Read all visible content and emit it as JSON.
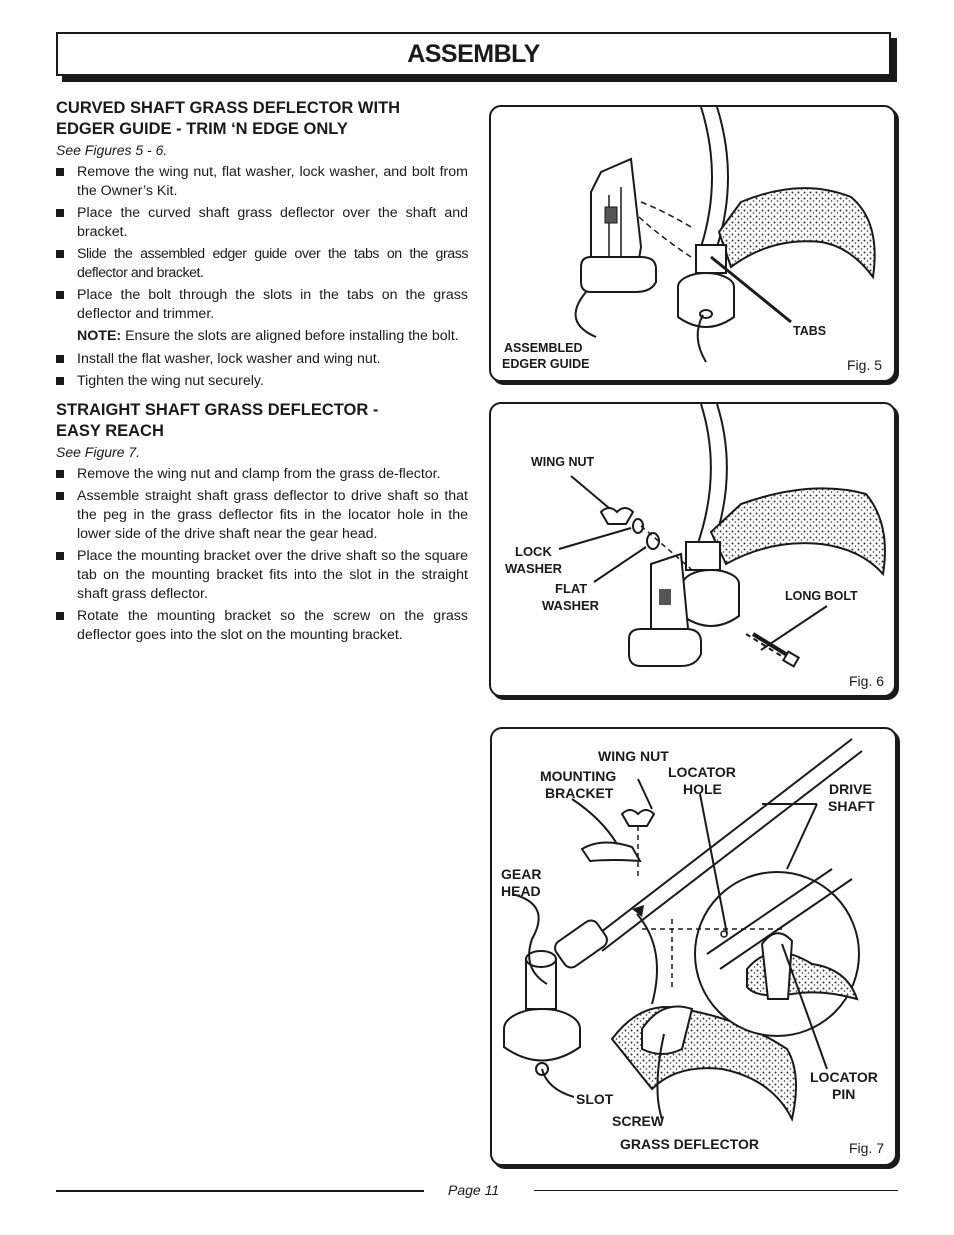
{
  "header": {
    "title": "ASSEMBLY"
  },
  "section1": {
    "title_line1": "CURVED SHAFT GRASS DEFLECTOR WITH",
    "title_line2": "EDGER GUIDE - TRIM ‘N EDGE ONLY",
    "see": "See Figures 5 - 6.",
    "bullets": [
      "Remove the wing nut, flat washer, lock washer, and bolt from the Owner’s Kit.",
      "Place the curved shaft grass deflector over the shaft and bracket.",
      "Slide the assembled edger guide over the tabs on the grass deflector and bracket.",
      "Place the bolt through the slots in the tabs on the grass deflector and trimmer."
    ],
    "note_label": "NOTE:",
    "note_text": " Ensure the slots are aligned before installing the bolt.",
    "bullets_after": [
      "Install the flat washer, lock washer and wing nut.",
      "Tighten the wing nut securely."
    ]
  },
  "section2": {
    "title_line1": "STRAIGHT SHAFT GRASS DEFLECTOR -",
    "title_line2": "EASY REACH",
    "see": "See Figure 7.",
    "bullets": [
      "Remove the wing nut and clamp from the grass de-flector.",
      "Assemble straight shaft grass deflector to drive shaft so that the peg in the grass deflector fits in the locator hole in the lower side of the drive shaft near the gear head.",
      "Place the mounting bracket over the drive shaft so the square tab on the mounting bracket fits into the slot in the straight shaft grass deflector.",
      "Rotate the mounting bracket so the screw on the grass deflector goes into the slot on the mounting bracket."
    ]
  },
  "fig5": {
    "label": "Fig. 5",
    "assembled_1": "ASSEMBLED",
    "assembled_2": "EDGER GUIDE",
    "tabs": "TABS"
  },
  "fig6": {
    "label": "Fig. 6",
    "wing_nut": "WING NUT",
    "lock_1": "LOCK",
    "lock_2": "WASHER",
    "flat_1": "FLAT",
    "flat_2": "WASHER",
    "long_bolt": "LONG BOLT"
  },
  "fig7": {
    "label": "Fig. 7",
    "wing_nut": "WING NUT",
    "mounting_1": "MOUNTING",
    "mounting_2": "BRACKET",
    "locator_hole_1": "LOCATOR",
    "locator_hole_2": "HOLE",
    "drive_1": "DRIVE",
    "drive_2": "SHAFT",
    "gear_1": "GEAR",
    "gear_2": "HEAD",
    "locator_pin_1": "LOCATOR",
    "locator_pin_2": "PIN",
    "slot": "SLOT",
    "screw": "SCREW",
    "grass_deflector": "GRASS DEFLECTOR"
  },
  "footer": {
    "page": "Page 11"
  }
}
